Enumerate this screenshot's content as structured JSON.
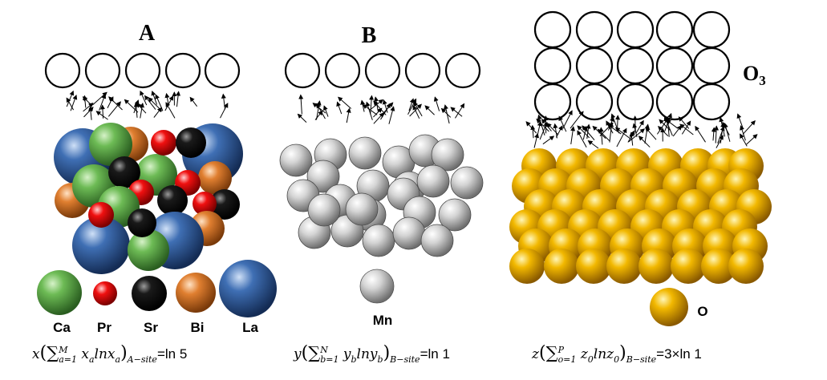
{
  "panels": {
    "a": {
      "title": "A",
      "cations": [
        "Ca",
        "Pr",
        "Sr",
        "Bi",
        "La"
      ]
    },
    "b": {
      "title": "B",
      "cation": "Mn"
    },
    "o": {
      "title_main": "O",
      "title_sub": "3",
      "anion": "O"
    }
  },
  "formulas": {
    "a": {
      "prefix": "x",
      "sum_top": "M",
      "sum_bottom": "a=1",
      "term": "x",
      "term_sub": "a",
      "ln": "ln",
      "term2": "x",
      "term2_sub": "a",
      "site": "A−site",
      "rhs": "=ln 5"
    },
    "b": {
      "prefix": "y",
      "sum_top": "N",
      "sum_bottom": "b=1",
      "term": "y",
      "term_sub": "b",
      "ln": "ln",
      "term2": "y",
      "term2_sub": "b",
      "site": "B−site",
      "rhs": "=ln 1"
    },
    "o": {
      "prefix": "z",
      "sum_top": "P",
      "sum_bottom": "o=1",
      "term": "z",
      "term_sub": "0",
      "ln": "ln",
      "term2": "z",
      "term2_sub": "0",
      "site": "B−site",
      "rhs": "=3×ln 1"
    }
  },
  "colors": {
    "ca": "#5aa84a",
    "pr": "#e0101a",
    "sr": "#111111",
    "bi": "#d9782c",
    "la": "#2f5fa0",
    "mn": "#c8c8c8",
    "o": "#f0b400"
  }
}
